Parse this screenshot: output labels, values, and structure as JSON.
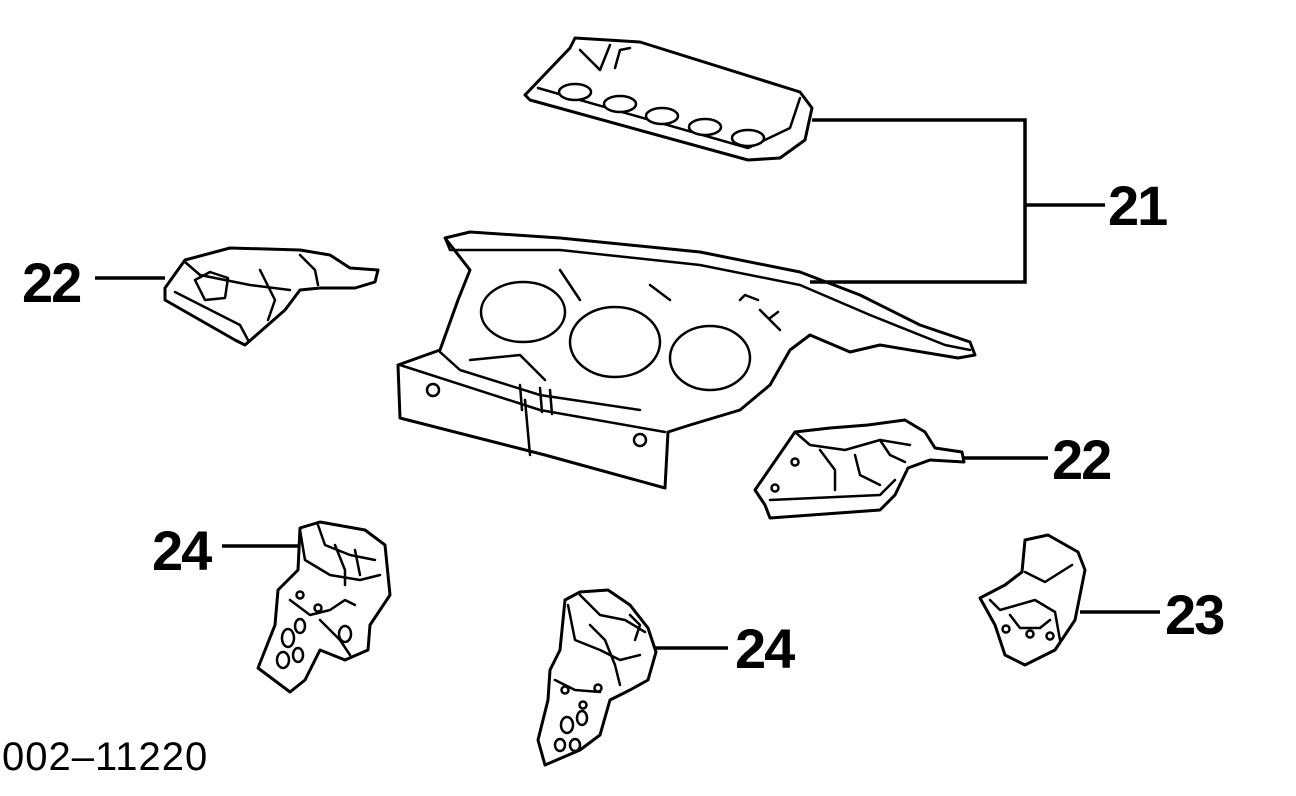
{
  "diagram": {
    "callouts": [
      {
        "id": "21",
        "label": "21"
      },
      {
        "id": "22a",
        "label": "22"
      },
      {
        "id": "22b",
        "label": "22"
      },
      {
        "id": "23",
        "label": "23"
      },
      {
        "id": "24a",
        "label": "24"
      },
      {
        "id": "24b",
        "label": "24"
      }
    ],
    "figure_code": "002–11220"
  }
}
